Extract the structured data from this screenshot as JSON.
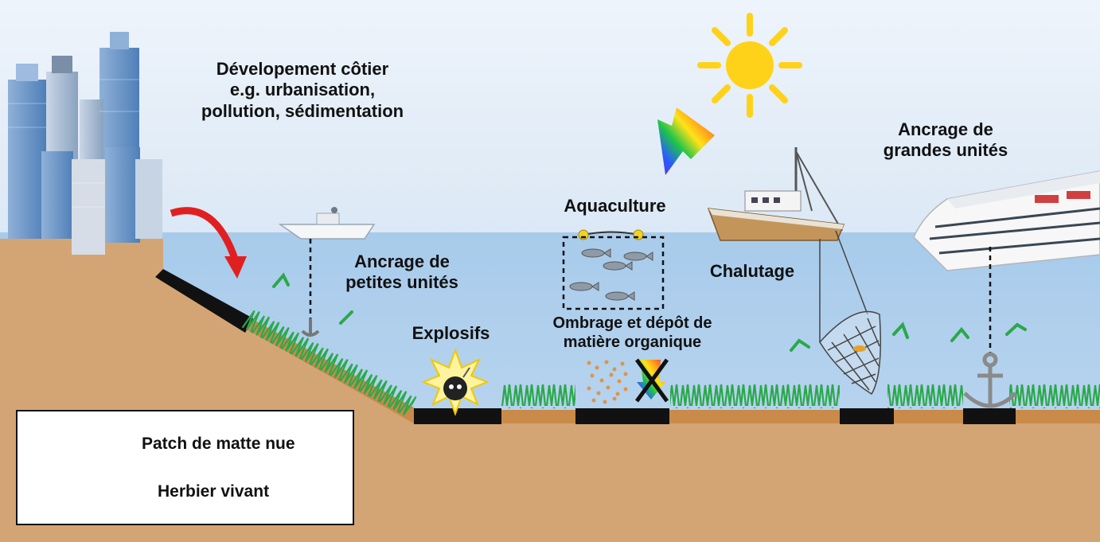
{
  "labels": {
    "coastal_development": [
      "Dévelopement côtier",
      "e.g. urbanisation,",
      "pollution, sédimentation"
    ],
    "small_anchoring": [
      "Ancrage de",
      "petites unités"
    ],
    "aquaculture": "Aquaculture",
    "shading": [
      "Ombrage et dépôt de",
      "matière organique"
    ],
    "explosives": "Explosifs",
    "trawling": "Chalutage",
    "large_anchoring": [
      "Ancrage de",
      "grandes unités"
    ]
  },
  "legend": {
    "bare_matte": "Patch de matte nue",
    "live_meadow": "Herbier vivant"
  },
  "colors": {
    "sky": "#e4eef8",
    "water": "#a9cbea",
    "sediment": "#d4a574",
    "sediment_dark": "#c98a4a",
    "bare_patch": "#111111",
    "seagrass": "#2aa84a",
    "arrow_red": "#e02020",
    "sun": "#ffd21a"
  },
  "icons": [
    "city-skyline-icon",
    "red-curved-arrow-icon",
    "small-boat-icon",
    "sun-icon",
    "rainbow-arrow-icon",
    "fishing-trawler-icon",
    "cruise-ship-icon",
    "aquaculture-cage-icon",
    "fish-icon",
    "bomb-explosion-icon",
    "trawl-net-icon",
    "anchor-icon",
    "crossed-light-icon"
  ]
}
